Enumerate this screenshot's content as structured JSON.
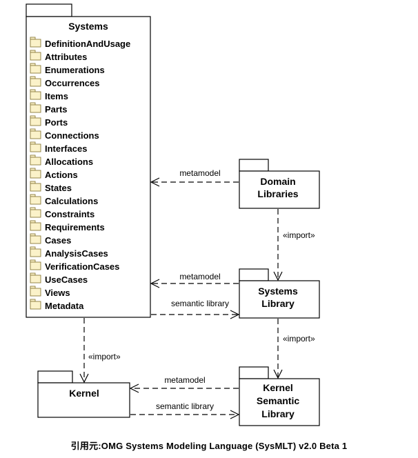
{
  "systems": {
    "title": "Systems",
    "items": [
      "DefinitionAndUsage",
      "Attributes",
      "Enumerations",
      "Occurrences",
      "Items",
      "Parts",
      "Ports",
      "Connections",
      "Interfaces",
      "Allocations",
      "Actions",
      "States",
      "Calculations",
      "Constraints",
      "Requirements",
      "Cases",
      "AnalysisCases",
      "VerificationCases",
      "UseCases",
      "Views",
      "Metadata"
    ],
    "item_icon": "folder-icon"
  },
  "domain_libraries": {
    "line1": "Domain",
    "line2": "Libraries"
  },
  "systems_library": {
    "line1": "Systems",
    "line2": "Library"
  },
  "kernel": {
    "title": "Kernel"
  },
  "kernel_semantic_library": {
    "line1": "Kernel",
    "line2": "Semantic",
    "line3": "Library"
  },
  "edges": {
    "metamodel_domain": "metamodel",
    "metamodel_systems_lib": "metamodel",
    "semantic_library_systems": "semantic library",
    "import_domain_to_systems_lib": "«import»",
    "import_systems_lib_to_kernel_sem": "«import»",
    "import_systems_to_kernel": "«import»",
    "metamodel_kernel": "metamodel",
    "semantic_library_kernel": "semantic library"
  },
  "caption": "引用元:OMG Systems Modeling Language (SysMLT) v2.0 Beta 1"
}
